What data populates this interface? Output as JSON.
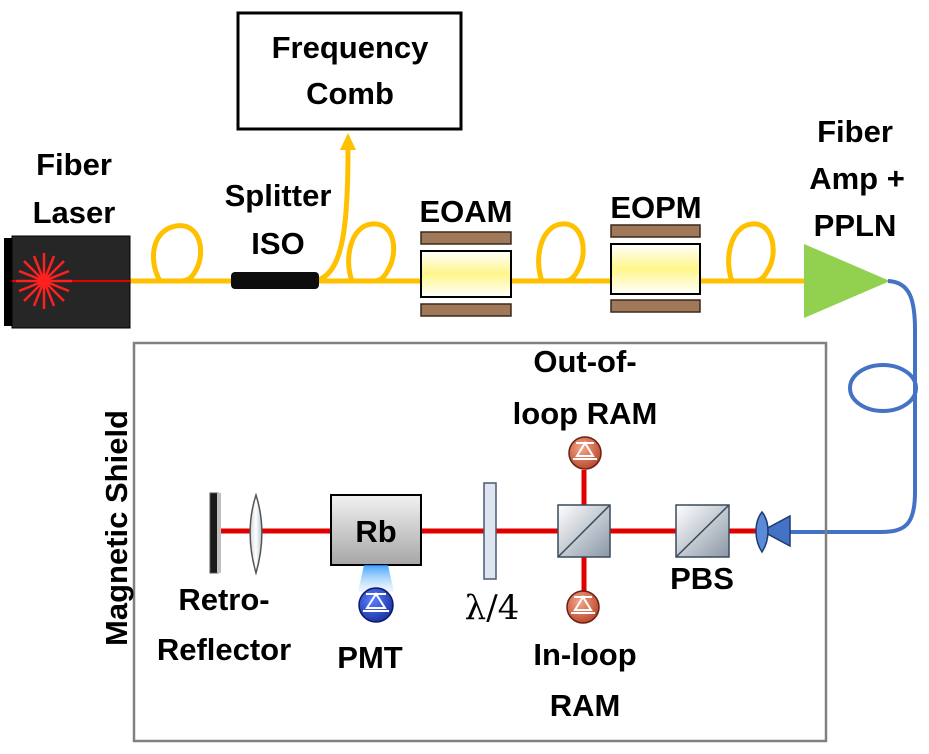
{
  "colors": {
    "fiber_yellow": "#FFC000",
    "fiber_blue": "#4472C4",
    "laser_beam": "#E00000",
    "amplifier_green": "#92D050",
    "modulator_electrode": "#A0785A",
    "modulator_crystal": "#FFFBA8",
    "shield_border": "#808080",
    "laser_housing": "#262626",
    "ram_detector": "#C0502F",
    "pmt_detector": "#1F3FB8"
  },
  "labels": {
    "frequency_comb": [
      "Frequency",
      "Comb"
    ],
    "fiber_laser": [
      "Fiber",
      "Laser"
    ],
    "splitter_iso": [
      "Splitter",
      "ISO"
    ],
    "eoam": "EOAM",
    "eopm": "EOPM",
    "fiber_amp": [
      "Fiber",
      "Amp +",
      "PPLN"
    ],
    "magnetic_shield": "Magnetic Shield",
    "out_of_loop_ram": [
      "Out-of-",
      "loop RAM"
    ],
    "rb_cell": "Rb",
    "lambda_quarter": "λ/4",
    "pbs": "PBS",
    "retro_reflector": [
      "Retro-",
      "Reflector"
    ],
    "pmt": "PMT",
    "in_loop_ram": [
      "In-loop",
      "RAM"
    ]
  },
  "icons": {
    "laser": "laser-burst-icon",
    "fiber_loop": "fiber-coil-icon",
    "amplifier": "triangle-amplifier-icon",
    "beamsplitter": "cube-beamsplitter-icon",
    "detector": "photodiode-icon",
    "lens": "lens-icon"
  }
}
